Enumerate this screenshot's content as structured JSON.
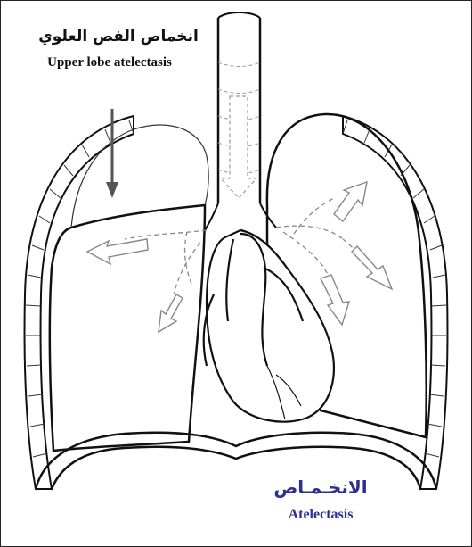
{
  "labels": {
    "upper_arabic": "انخماص الفص العلوي",
    "upper_english": "Upper lobe atelectasis",
    "bottom_arabic": "الانخـمـاص",
    "bottom_english": "Atelectasis"
  },
  "colors": {
    "outline": "#111111",
    "dashed": "#8a8a8a",
    "title_blue": "#2e2f8f",
    "arrow_fill": "#ffffff",
    "down_arrow": "#555555"
  },
  "icons": [
    "down-arrow-icon",
    "expansion-arrow-icon"
  ]
}
